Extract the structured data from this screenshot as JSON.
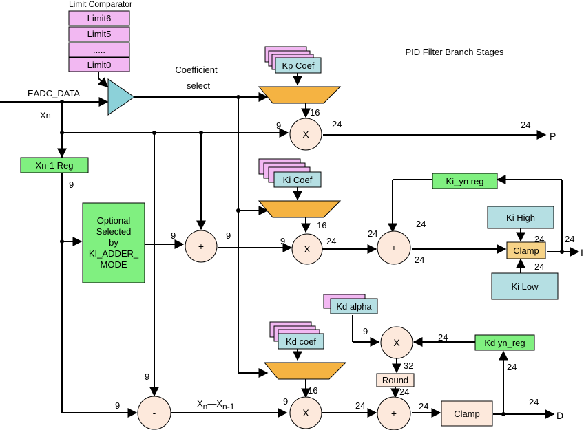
{
  "title": "PID Filter Branch Stages",
  "limit_comparator": {
    "label": "Limit Comparator",
    "rows": [
      "Limit6",
      "Limit5",
      ".....",
      "Limit0"
    ]
  },
  "inputs": {
    "eadc": "EADC_DATA",
    "xn": "Xn",
    "coef_select_1": "Coefficient",
    "coef_select_2": "select"
  },
  "blocks": {
    "xn1_reg": "Xn-1 Reg",
    "optional_lines": [
      "Optional",
      "Selected",
      "by",
      "KI_ADDER_",
      "MODE"
    ],
    "kp_coef": "Kp Coef",
    "ki_coef": "Ki Coef",
    "kd_coef": "Kd coef",
    "kd_alpha": "Kd alpha",
    "ki_yn_reg": "Ki_yn reg",
    "kd_yn_reg": "Kd yn_reg",
    "ki_high": "Ki High",
    "ki_low": "Ki Low",
    "clamp_i": "Clamp",
    "clamp_d": "Clamp",
    "round": "Round"
  },
  "ops": {
    "mult": "X",
    "add": "+",
    "sub": "-"
  },
  "outputs": {
    "p": "P",
    "i": "I",
    "d": "D"
  },
  "diff_label": {
    "x": "X",
    "n": "n",
    "dash": "—",
    "n1": "n-1"
  },
  "widths": {
    "w_9": "9",
    "w_16": "16",
    "w_24": "24",
    "w_32": "32"
  }
}
